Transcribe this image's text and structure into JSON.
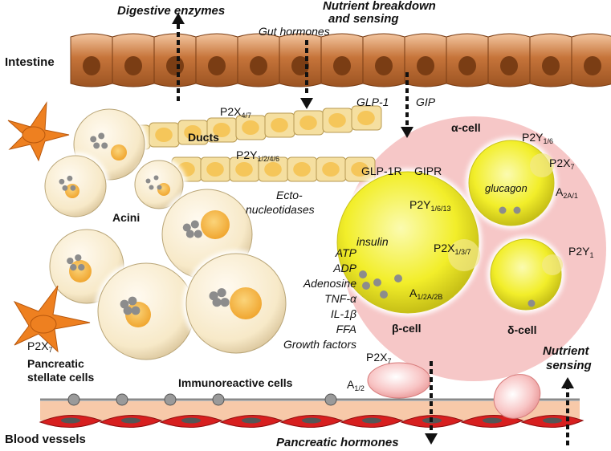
{
  "labels": {
    "intestine": "Intestine",
    "digestive_enzymes": "Digestive enzymes",
    "nutrient_breakdown": "Nutrient breakdown",
    "and_sensing": "and sensing",
    "gut_hormones": "Gut hormones",
    "p2x47": {
      "main": "P2X",
      "sub": "4/7"
    },
    "ducts": "Ducts",
    "glp1": "GLP-1",
    "gip": "GIP",
    "alpha_cell": "α-cell",
    "p2y16": {
      "main": "P2Y",
      "sub": "1/6"
    },
    "p2x7_alpha": {
      "main": "P2X",
      "sub": "7"
    },
    "glucagon": "glucagon",
    "a2a1": {
      "main": "A",
      "sub": "2A/1"
    },
    "p2y1246": {
      "main": "P2Y",
      "sub": "1/2/4/6"
    },
    "glp1r": "GLP-1R",
    "gipr": "GIPR",
    "ecto_1": "Ecto-",
    "ecto_2": "nucleotidases",
    "acini": "Acini",
    "p2y1613": {
      "main": "P2Y",
      "sub": "1/6/13"
    },
    "insulin": "insulin",
    "p2x137": {
      "main": "P2X",
      "sub": "1/3/7"
    },
    "a12a2b": {
      "main": "A",
      "sub": "1/2A/2B"
    },
    "beta_cell": "β-cell",
    "delta_cell": "δ-cell",
    "p2y1_delta": {
      "main": "P2Y",
      "sub": "1"
    },
    "mediators": [
      "ATP",
      "ADP",
      "Adenosine",
      "TNF-α",
      "IL-1β",
      "FFA",
      "Growth factors"
    ],
    "p2x7_stellate": {
      "main": "P2X",
      "sub": "7"
    },
    "pancreatic_stellate_1": "Pancreatic",
    "pancreatic_stellate_2": "stellate cells",
    "immunoreactive": "Immunoreactive cells",
    "p2x7_immune": {
      "main": "P2X",
      "sub": "7"
    },
    "a12": {
      "main": "A",
      "sub": "1/2"
    },
    "nutrient_sensing_1": "Nutrient",
    "nutrient_sensing_2": "sensing",
    "blood_vessels": "Blood vessels",
    "pancreatic_hormones": "Pancreatic hormones"
  },
  "colors": {
    "enterocyte": "#b8672e",
    "nucleus": "#7a3d14",
    "islet": "#f6c7c7",
    "beta_cell": "#f2ee2a",
    "duct_cell": "#f5dfa0",
    "acinus_granule": "#f3b445",
    "granule": "#8c8c8c",
    "stellate": "#ee8020",
    "blood_vessel": "#d71f1f",
    "tissue": "#f7c9a9"
  }
}
